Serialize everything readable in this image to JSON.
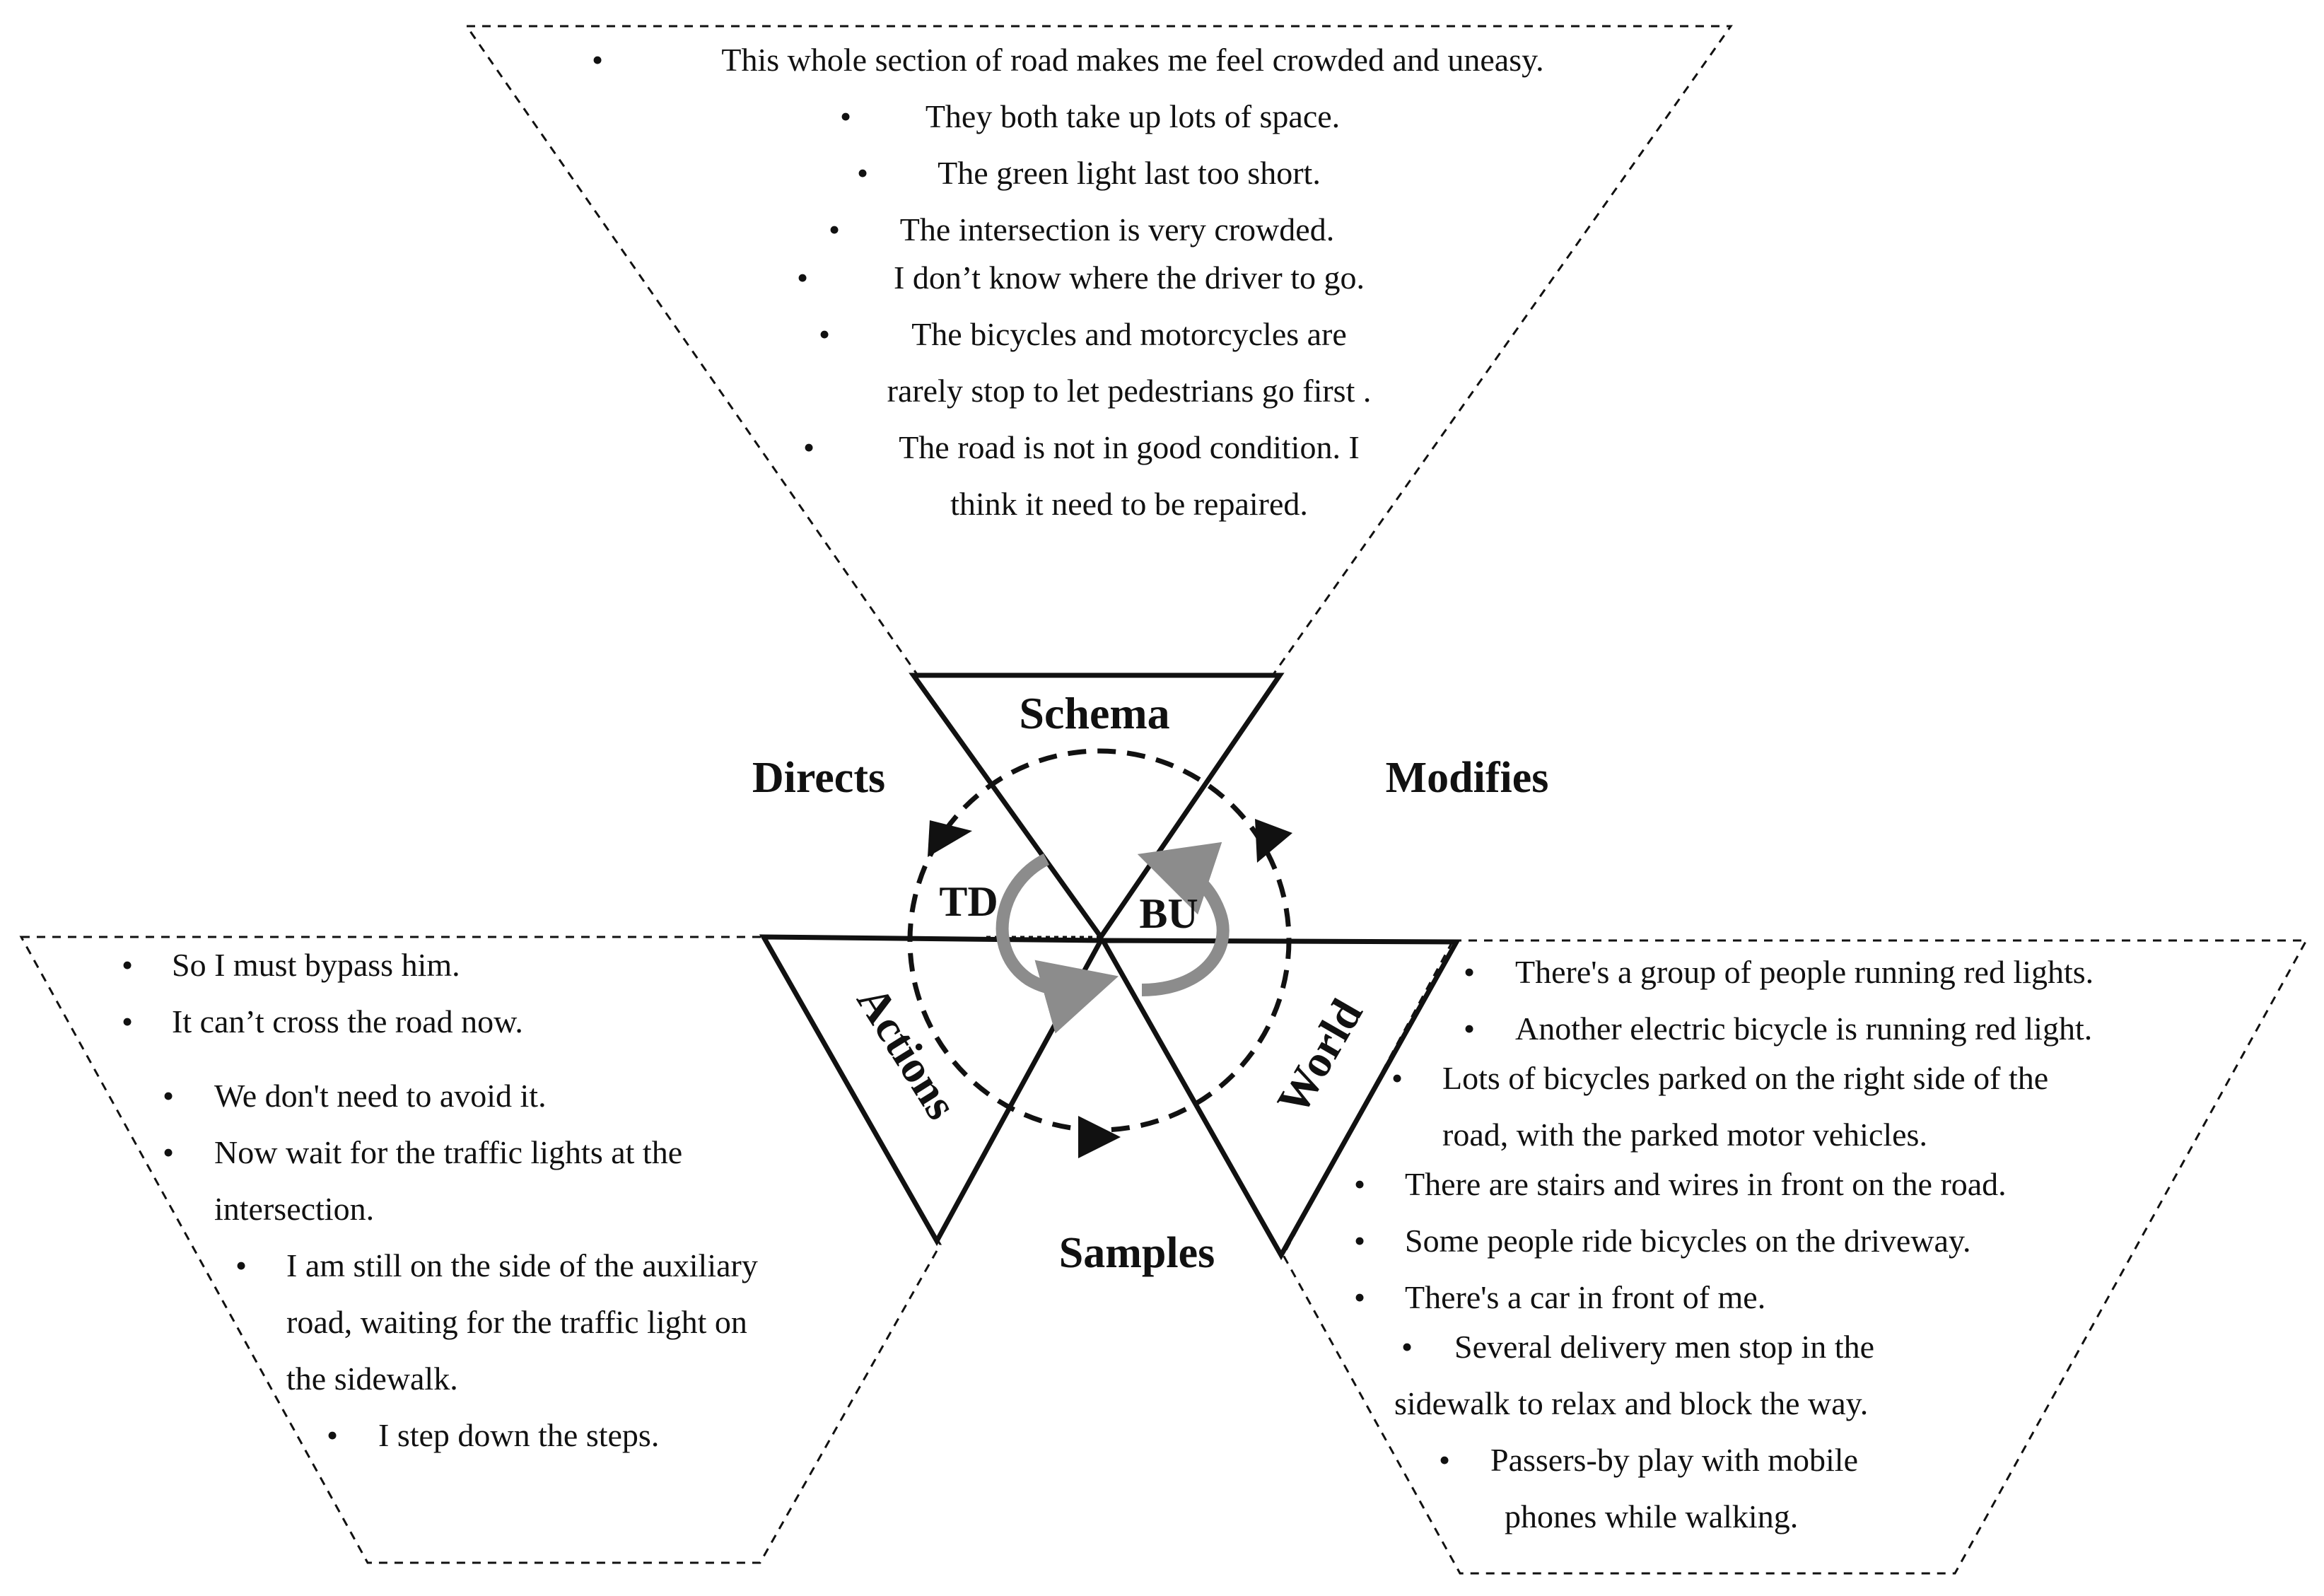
{
  "center": {
    "schema": "Schema",
    "actions": "Actions",
    "world": "World",
    "td": "TD",
    "bu": "BU"
  },
  "relations": {
    "directs": "Directs",
    "modifies": "Modifies",
    "samples": "Samples"
  },
  "schema_notes": [
    [
      "This whole section of road makes me feel crowded and uneasy."
    ],
    [
      "They both take up lots of space."
    ],
    [
      "The green light last too short."
    ],
    [
      "The intersection is very crowded."
    ],
    [
      "I don’t know where the driver to go."
    ],
    [
      "The bicycles and motorcycles are",
      "rarely stop to let pedestrians go first ."
    ],
    [
      "The road is not in good condition. I",
      "think it need to be repaired."
    ]
  ],
  "actions_notes": [
    [
      "So I must bypass him."
    ],
    [
      "It can’t cross the road now."
    ],
    [
      "We don't need to avoid it."
    ],
    [
      "Now wait for the traffic lights at the",
      "intersection."
    ],
    [
      "I am still on the side of the auxiliary",
      "road, waiting for the traffic light on",
      "the sidewalk."
    ],
    [
      "I step down the steps."
    ]
  ],
  "world_notes": [
    [
      "There's a group of people running red lights."
    ],
    [
      "Another electric bicycle is running red light."
    ],
    [
      "Lots of bicycles parked on the right side of the",
      "road, with the parked motor vehicles."
    ],
    [
      "There are stairs and wires in front on the road."
    ],
    [
      "Some people ride bicycles on the driveway."
    ],
    [
      "There's a car in front of me."
    ],
    [
      "Several delivery men stop in the",
      "sidewalk to relax and block the way."
    ],
    [
      "Passers-by play with mobile",
      "phones while walking."
    ]
  ],
  "colors": {
    "line": "#111111",
    "arrow_gray": "#8c8c8c",
    "arrow_gray_dark": "#6e6e6e"
  }
}
